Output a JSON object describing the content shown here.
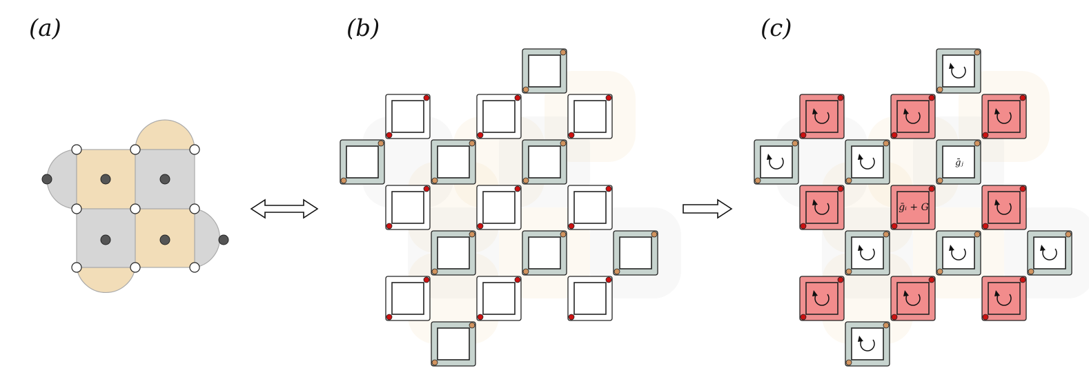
{
  "panels": {
    "a": {
      "label": "(a)"
    },
    "b": {
      "label": "(b)"
    },
    "c": {
      "label": "(c)"
    }
  },
  "arrows": {
    "equivalence": "double-headed-arrow",
    "implication": "right-double-arrow"
  },
  "annotations": {
    "gi_plus_G": "ḡᵢ + G",
    "gj": "ḡⱼ"
  },
  "icons": {
    "rotation": "counterclockwise-circle-arrow-icon"
  },
  "colors": {
    "tan": "#f2ddb8",
    "gray": "#d6d6d6",
    "plaquette_gray": "#c7d4cf",
    "red_fill": "#ef9090",
    "red_dot": "#cc1111",
    "orange_dot": "#d19460",
    "dark_dot": "#555555"
  }
}
